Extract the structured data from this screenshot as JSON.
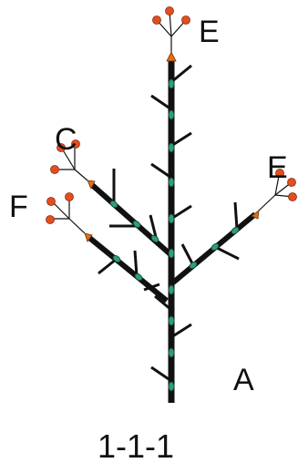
{
  "labels": {
    "top": "E",
    "upper_left": "C",
    "upper_right": "E",
    "left": "F",
    "base": "A",
    "caption": "1-1-1"
  },
  "colors": {
    "stem": "#111111",
    "bud": "#2e9d7a",
    "tip": "#e0701a",
    "berry": "#e24f1f",
    "berry_outline": "#8b2a0c",
    "text": "#111111"
  }
}
